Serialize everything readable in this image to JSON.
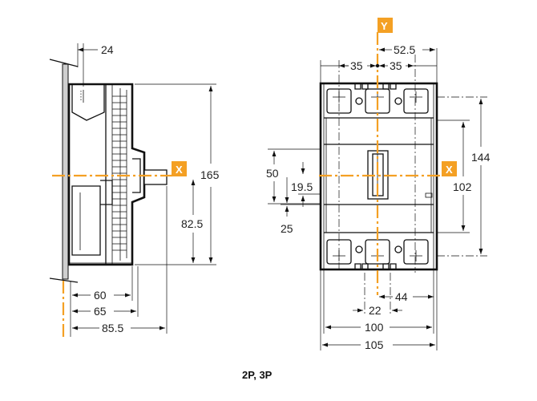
{
  "axes": {
    "x_label": "X",
    "y_label": "Y",
    "color": "#f4a024"
  },
  "side_view": {
    "dims": {
      "top_offset": "24",
      "height": "165",
      "axis_height": "82.5",
      "depth_60": "60",
      "depth_65": "65",
      "depth_85": "85.5"
    }
  },
  "front_view": {
    "dims": {
      "half_width": "52.5",
      "pitch_left": "35",
      "pitch_right": "35",
      "height_144": "144",
      "height_102": "102",
      "height_50": "50",
      "offset_19": "19.5",
      "offset_25": "25",
      "width_44": "44",
      "width_22": "22",
      "width_100": "100",
      "width_105": "105"
    }
  },
  "caption": "2P, 3P"
}
